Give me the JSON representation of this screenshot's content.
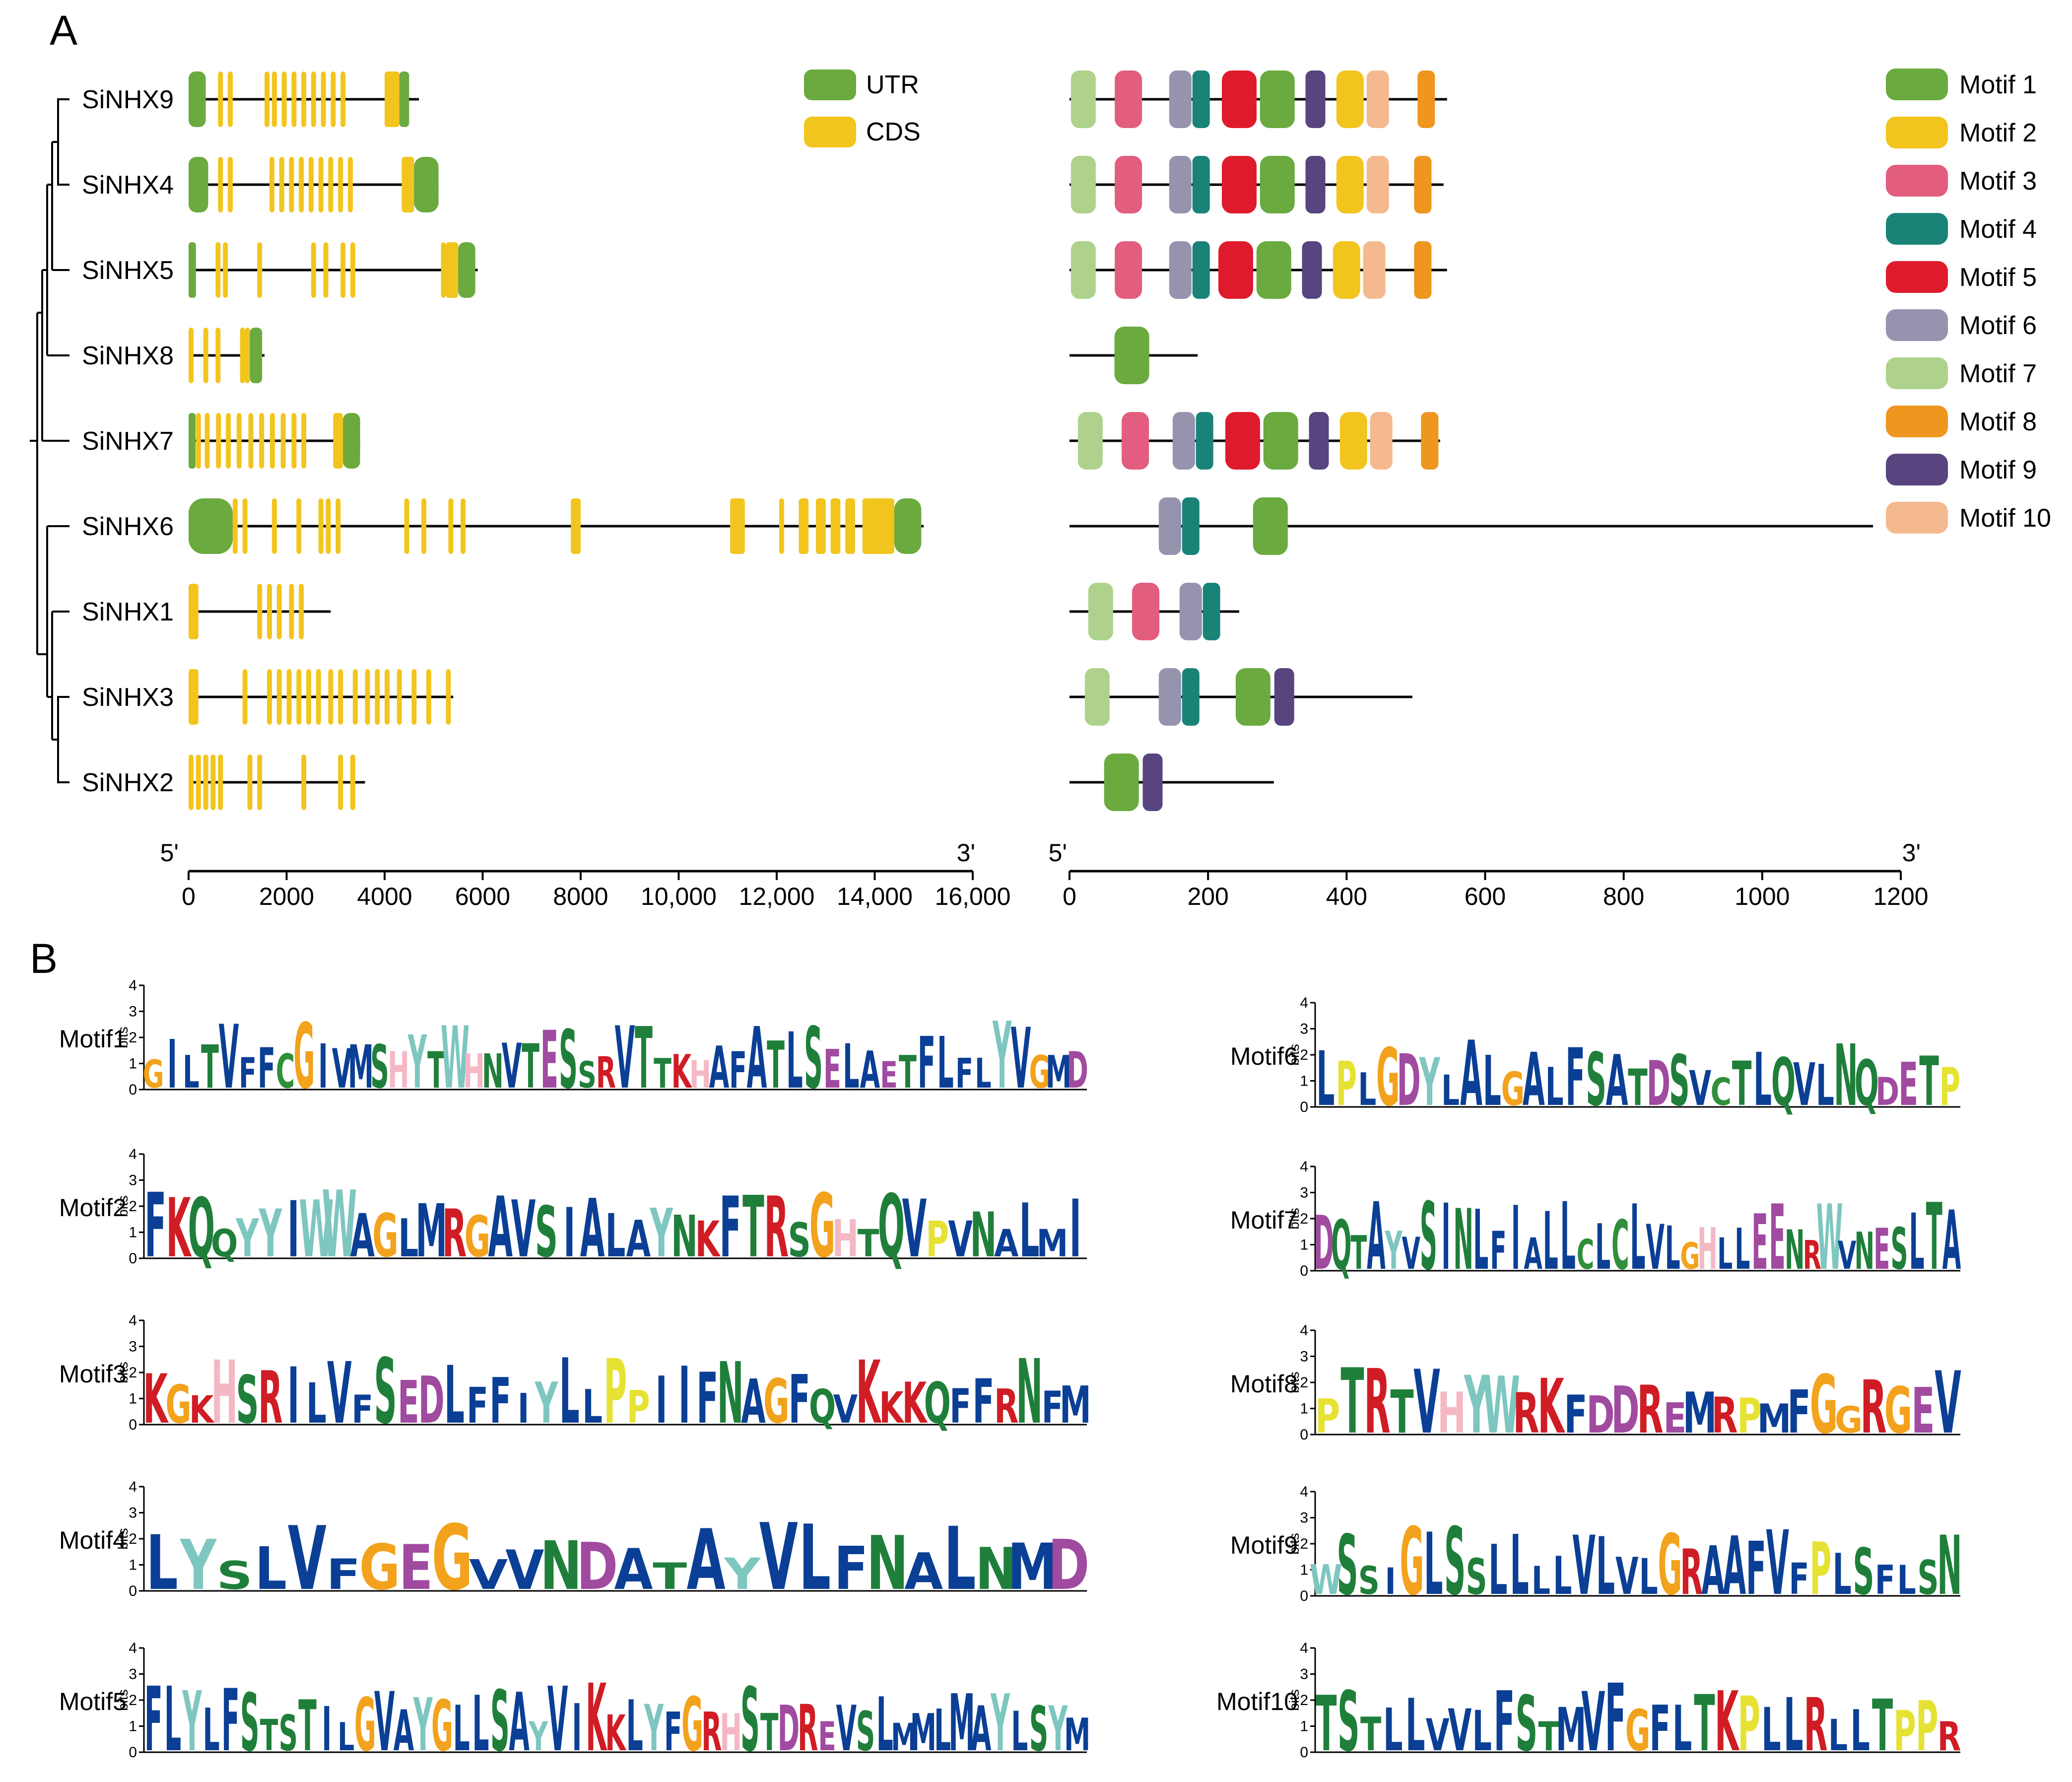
{
  "colors": {
    "utr": "#6aaa3f",
    "cds": "#f2c51e",
    "m1": "#6aaa3f",
    "m2": "#f2c51e",
    "m3": "#e35d7e",
    "m4": "#1a8378",
    "m5": "#e01a2d",
    "m6": "#9593ad",
    "m7": "#aed28c",
    "m8": "#ee961e",
    "m9": "#58447f",
    "m10": "#f5b98f"
  },
  "panelA": {
    "label": "A",
    "genes": [
      "SiNHX9",
      "SiNHX4",
      "SiNHX5",
      "SiNHX8",
      "SiNHX7",
      "SiNHX6",
      "SiNHX1",
      "SiNHX3",
      "SiNHX2"
    ],
    "legend_gene": [
      {
        "name": "UTR",
        "color": "#6aaa3f"
      },
      {
        "name": "CDS",
        "color": "#f2c51e"
      }
    ],
    "gene_axis": {
      "start_label": "5'",
      "end_label": "3'",
      "ticks": [
        "0",
        "2000",
        "4000",
        "6000",
        "8000",
        "10,000",
        "12,000",
        "14,000",
        "16,000"
      ],
      "max": 16000
    },
    "protein_axis": {
      "start_label": "5'",
      "end_label": "3'",
      "ticks": [
        "0",
        "200",
        "400",
        "600",
        "800",
        "1000",
        "1200"
      ],
      "max": 1200
    },
    "legend_motif": [
      {
        "name": "Motif 1",
        "key": "m1"
      },
      {
        "name": "Motif 2",
        "key": "m2"
      },
      {
        "name": "Motif 3",
        "key": "m3"
      },
      {
        "name": "Motif 4",
        "key": "m4"
      },
      {
        "name": "Motif 5",
        "key": "m5"
      },
      {
        "name": "Motif 6",
        "key": "m6"
      },
      {
        "name": "Motif 7",
        "key": "m7"
      },
      {
        "name": "Motif 8",
        "key": "m8"
      },
      {
        "name": "Motif 9",
        "key": "m9"
      },
      {
        "name": "Motif 10",
        "key": "m10"
      }
    ],
    "gene_structures": [
      {
        "len": 4700,
        "utr": [
          [
            0,
            350
          ],
          [
            4300,
            4500
          ]
        ],
        "cds": [
          [
            600,
            700
          ],
          [
            800,
            900
          ],
          [
            1550,
            1650
          ],
          [
            1700,
            1800
          ],
          [
            1900,
            2000
          ],
          [
            2100,
            2200
          ],
          [
            2300,
            2400
          ],
          [
            2500,
            2600
          ],
          [
            2700,
            2800
          ],
          [
            2900,
            3000
          ],
          [
            3100,
            3200
          ],
          [
            4000,
            4300
          ]
        ]
      },
      {
        "len": 5100,
        "utr": [
          [
            0,
            400
          ],
          [
            4600,
            5100
          ]
        ],
        "cds": [
          [
            600,
            700
          ],
          [
            800,
            900
          ],
          [
            1650,
            1750
          ],
          [
            1850,
            1950
          ],
          [
            2050,
            2150
          ],
          [
            2250,
            2350
          ],
          [
            2450,
            2550
          ],
          [
            2650,
            2750
          ],
          [
            2850,
            2950
          ],
          [
            3050,
            3150
          ],
          [
            3250,
            3350
          ],
          [
            4350,
            4600
          ]
        ]
      },
      {
        "len": 5900,
        "utr": [
          [
            0,
            150
          ],
          [
            5500,
            5850
          ]
        ],
        "cds": [
          [
            550,
            650
          ],
          [
            700,
            800
          ],
          [
            1400,
            1500
          ],
          [
            2500,
            2600
          ],
          [
            2750,
            2850
          ],
          [
            3100,
            3200
          ],
          [
            3300,
            3400
          ],
          [
            5150,
            5250
          ],
          [
            5250,
            5500
          ]
        ]
      },
      {
        "len": 1550,
        "utr": [
          [
            1250,
            1500
          ]
        ],
        "cds": [
          [
            0,
            100
          ],
          [
            300,
            400
          ],
          [
            550,
            650
          ],
          [
            1050,
            1150
          ],
          [
            1150,
            1250
          ]
        ]
      },
      {
        "len": 3500,
        "utr": [
          [
            0,
            100
          ],
          [
            3150,
            3500
          ]
        ],
        "cds": [
          [
            150,
            250
          ],
          [
            330,
            400
          ],
          [
            560,
            640
          ],
          [
            760,
            840
          ],
          [
            980,
            1060
          ],
          [
            1220,
            1300
          ],
          [
            1440,
            1520
          ],
          [
            1660,
            1740
          ],
          [
            1880,
            1960
          ],
          [
            2100,
            2180
          ],
          [
            2300,
            2380
          ],
          [
            2950,
            3150
          ]
        ]
      },
      {
        "len": 15000,
        "utr": [
          [
            0,
            900
          ],
          [
            14400,
            14950
          ]
        ],
        "cds": [
          [
            900,
            1000
          ],
          [
            1100,
            1200
          ],
          [
            1700,
            1800
          ],
          [
            2200,
            2300
          ],
          [
            2650,
            2750
          ],
          [
            2800,
            2900
          ],
          [
            3000,
            3100
          ],
          [
            4400,
            4500
          ],
          [
            4750,
            4850
          ],
          [
            5300,
            5400
          ],
          [
            5550,
            5650
          ],
          [
            7800,
            8000
          ],
          [
            11050,
            11350
          ],
          [
            12050,
            12150
          ],
          [
            12450,
            12650
          ],
          [
            12800,
            13000
          ],
          [
            13100,
            13300
          ],
          [
            13400,
            13600
          ],
          [
            13750,
            14400
          ]
        ]
      },
      {
        "len": 2900,
        "utr": [],
        "cds": [
          [
            0,
            200
          ],
          [
            1400,
            1500
          ],
          [
            1600,
            1700
          ],
          [
            1800,
            1900
          ],
          [
            2050,
            2150
          ],
          [
            2250,
            2350
          ]
        ]
      },
      {
        "len": 5400,
        "utr": [],
        "cds": [
          [
            0,
            200
          ],
          [
            1100,
            1200
          ],
          [
            1600,
            1700
          ],
          [
            1800,
            1900
          ],
          [
            2000,
            2100
          ],
          [
            2200,
            2300
          ],
          [
            2400,
            2500
          ],
          [
            2600,
            2700
          ],
          [
            2850,
            2950
          ],
          [
            3050,
            3150
          ],
          [
            3350,
            3450
          ],
          [
            3600,
            3700
          ],
          [
            3800,
            3900
          ],
          [
            4000,
            4100
          ],
          [
            4250,
            4350
          ],
          [
            4550,
            4650
          ],
          [
            4850,
            4950
          ],
          [
            5250,
            5350
          ]
        ]
      },
      {
        "len": 3600,
        "utr": [],
        "cds": [
          [
            0,
            100
          ],
          [
            150,
            250
          ],
          [
            300,
            400
          ],
          [
            450,
            550
          ],
          [
            600,
            700
          ],
          [
            1200,
            1300
          ],
          [
            1400,
            1500
          ],
          [
            2300,
            2400
          ],
          [
            3050,
            3150
          ],
          [
            3300,
            3400
          ]
        ]
      }
    ],
    "protein_motifs": [
      {
        "len": 545,
        "m": [
          [
            20,
            "m7"
          ],
          [
            85,
            "m3"
          ],
          [
            160,
            "m6"
          ],
          [
            190,
            "m4"
          ],
          [
            245,
            "m5"
          ],
          [
            300,
            "m1"
          ],
          [
            355,
            "m9"
          ],
          [
            405,
            "m2"
          ],
          [
            445,
            "m10"
          ],
          [
            515,
            "m8"
          ]
        ]
      },
      {
        "len": 540,
        "m": [
          [
            20,
            "m7"
          ],
          [
            85,
            "m3"
          ],
          [
            160,
            "m6"
          ],
          [
            190,
            "m4"
          ],
          [
            245,
            "m5"
          ],
          [
            300,
            "m1"
          ],
          [
            355,
            "m9"
          ],
          [
            405,
            "m2"
          ],
          [
            445,
            "m10"
          ],
          [
            510,
            "m8"
          ]
        ]
      },
      {
        "len": 545,
        "m": [
          [
            20,
            "m7"
          ],
          [
            85,
            "m3"
          ],
          [
            160,
            "m6"
          ],
          [
            190,
            "m4"
          ],
          [
            240,
            "m5"
          ],
          [
            295,
            "m1"
          ],
          [
            350,
            "m9"
          ],
          [
            400,
            "m2"
          ],
          [
            440,
            "m10"
          ],
          [
            510,
            "m8"
          ]
        ]
      },
      {
        "len": 185,
        "m": [
          [
            90,
            "m1"
          ]
        ]
      },
      {
        "len": 535,
        "m": [
          [
            30,
            "m7"
          ],
          [
            95,
            "m3"
          ],
          [
            165,
            "m6"
          ],
          [
            195,
            "m4"
          ],
          [
            250,
            "m5"
          ],
          [
            305,
            "m1"
          ],
          [
            360,
            "m9"
          ],
          [
            410,
            "m2"
          ],
          [
            450,
            "m10"
          ],
          [
            520,
            "m8"
          ]
        ]
      },
      {
        "len": 1160,
        "m": [
          [
            145,
            "m6"
          ],
          [
            175,
            "m4"
          ],
          [
            290,
            "m1"
          ]
        ]
      },
      {
        "len": 245,
        "m": [
          [
            45,
            "m7"
          ],
          [
            110,
            "m3"
          ],
          [
            175,
            "m6"
          ],
          [
            205,
            "m4"
          ]
        ]
      },
      {
        "len": 495,
        "m": [
          [
            40,
            "m7"
          ],
          [
            145,
            "m6"
          ],
          [
            175,
            "m4"
          ],
          [
            265,
            "m1"
          ],
          [
            310,
            "m9"
          ]
        ]
      },
      {
        "len": 295,
        "m": [
          [
            75,
            "m1"
          ],
          [
            120,
            "m9"
          ]
        ]
      }
    ]
  },
  "panelB": {
    "label": "B",
    "bits_label": "bits",
    "y_ticks": [
      "0",
      "1",
      "2",
      "3",
      "4"
    ],
    "motifs": [
      {
        "name": "Motif1",
        "seq": "GILTVFFCGIVMSHYTWHNVTESSRVTTKHAFATLSELAETFLFLYVGMD"
      },
      {
        "name": "Motif2",
        "seq": "FKQQYYIWWAGLMRGAVSIALAYNKFTRSGHTQVPVNALMI"
      },
      {
        "name": "Motif3",
        "seq": "KGKHSRILVFSEDLFFIYLLPPIIFNAGFQVKKKQFFRNFM"
      },
      {
        "name": "Motif4",
        "seq": "LYSLVFGEGVVNDATAYVLFNALNMD"
      },
      {
        "name": "Motif5",
        "seq": "FLYLFSTSTILGVAYGLLSAYVIKKLYFGRHSTDREVSLMMLMAYLSYM"
      },
      {
        "name": "Motif6",
        "seq": "LPLGDYLALGALFSATDSVCTLQVLNQDETP"
      },
      {
        "name": "Motif7",
        "seq": "DQTAYVSINLFIALLCLCLVLGHLLEENRWVNESLTA"
      },
      {
        "name": "Motif8",
        "seq": "PTRTVHYWRKFDDREMRPMFGGRGEV"
      },
      {
        "name": "Motif9",
        "seq": "WSSIGLSSLLLLVLVLGRAAFVFPLSFLSN"
      },
      {
        "name": "Motif10",
        "seq": "TSTLLVVLFSTMVFGFLTKPLLRLLTPPR"
      }
    ]
  }
}
